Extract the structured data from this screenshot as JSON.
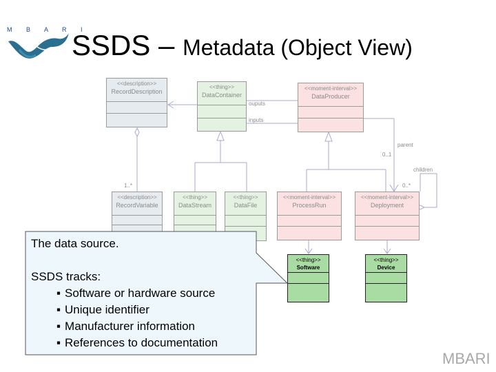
{
  "logo": {
    "text": "M B A R I"
  },
  "title": {
    "main": "SSDS – ",
    "sub": "Metadata (Object View)"
  },
  "diagram": {
    "nodes": {
      "record_description": {
        "stereotype": "<<description>>",
        "name": "RecordDescription"
      },
      "data_container": {
        "stereotype": "<<thing>>",
        "name": "DataContainer"
      },
      "data_producer": {
        "stereotype": "<<moment-interval>>",
        "name": "DataProducer"
      },
      "record_variable": {
        "stereotype": "<<description>>",
        "name": "RecordVariable"
      },
      "data_stream": {
        "stereotype": "<<thing>>",
        "name": "DataStream"
      },
      "data_file": {
        "stereotype": "<<thing>>",
        "name": "DataFile"
      },
      "process_run": {
        "stereotype": "<<moment-interval>>",
        "name": "ProcessRun"
      },
      "deployment": {
        "stereotype": "<<moment-interval>>",
        "name": "Deployment"
      },
      "software": {
        "stereotype": "<<thing>>",
        "name": "Software"
      },
      "device": {
        "stereotype": "<<thing>>",
        "name": "Device"
      }
    },
    "labels": {
      "outputs": "ouputs",
      "inputs": "inputs",
      "parent": "parent",
      "children": "children",
      "mult_0_1": "0..1",
      "mult_0_n": "0..*",
      "mult_1_n": "1..*"
    }
  },
  "callout": {
    "lines": [
      "The data source.",
      "SSDS tracks:"
    ],
    "bullets": [
      "Software or hardware source",
      "Unique identifier",
      "Manufacturer information",
      "References to documentation"
    ]
  },
  "footer": {
    "text": "MBARI"
  },
  "colors": {
    "description": "#e6ebef",
    "thing": "#e4f3e1",
    "moment_interval": "#fbe1e2",
    "highlight_thing": "#a8dca3",
    "connector": "#a9a9cf"
  }
}
